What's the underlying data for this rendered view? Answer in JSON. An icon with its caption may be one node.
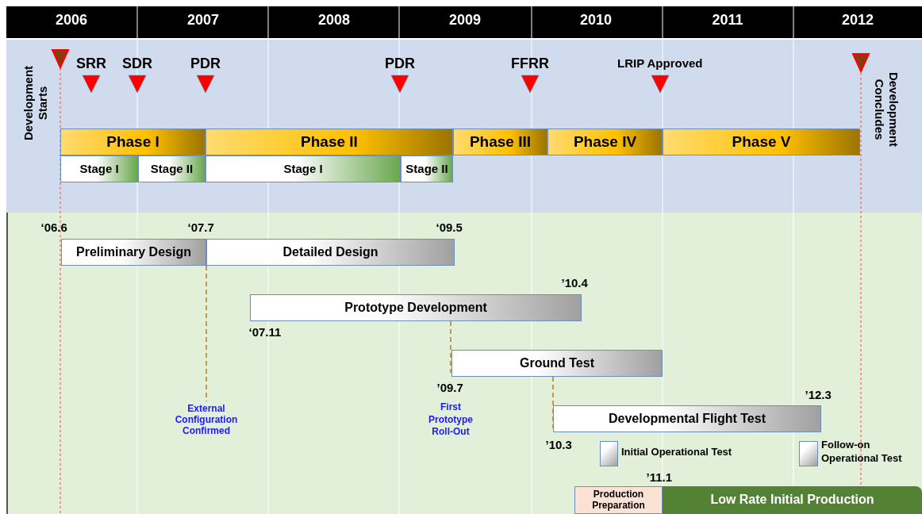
{
  "diagram": {
    "nodes": [
      {
        "text": [
          "Phase I"
        ]
      },
      {
        "text": [
          "Phase II"
        ]
      },
      {
        "text": [
          "Phase III"
        ]
      },
      {
        "text": [
          "Phase IV"
        ]
      },
      {
        "text": [
          "Phase V"
        ]
      },
      {
        "text": [
          "Stage I"
        ]
      },
      {
        "text": [
          "Stage II"
        ]
      },
      {
        "text": [
          "Stage I"
        ]
      },
      {
        "text": [
          "Stage II"
        ]
      },
      {
        "text": [
          "Preliminary Design"
        ]
      },
      {
        "text": [
          "Detailed Design"
        ]
      },
      {
        "text": [
          "Prototype Development"
        ]
      },
      {
        "text": [
          "Ground Test"
        ]
      },
      {
        "text": [
          "External Configuration Confirmed"
        ]
      },
      {
        "text": [
          "Developmental Flight Test"
        ]
      },
      {
        "text": [],
        "shape": "box",
        "beside": [
          "Initial Operational Test"
        ]
      },
      {
        "text": [],
        "shape": "box",
        "beside": [
          "Follow-on Operational Test"
        ]
      },
      {
        "text": [
          "Production Preparation"
        ]
      },
      {
        "text": [
          "Low Rate Initial Production"
        ]
      }
    ],
    "edges": [
      {
        "from": 10,
        "to": 13,
        "arrow": "none",
        "style": "dashed"
      },
      {
        "from": 11,
        "to": 12,
        "arrow": "none",
        "style": "dashed"
      },
      {
        "from": 12,
        "to": 14,
        "arrow": "none",
        "style": "dashed"
      }
    ],
    "labels": [
      "2006",
      "2007",
      "2008",
      "2009",
      "2010",
      "2011",
      "2012",
      "Development Starts",
      "SRR",
      "SDR",
      "PDR",
      "PDR",
      "FFRR",
      "LRIP Approved",
      "Development Concludes",
      "‘06.6",
      "‘07.7",
      "‘09.5",
      "’10.4",
      "‘07.11",
      "’09.7",
      "First Prototype Roll-Out",
      "’10.3",
      "’12.3",
      "’11.1"
    ]
  }
}
